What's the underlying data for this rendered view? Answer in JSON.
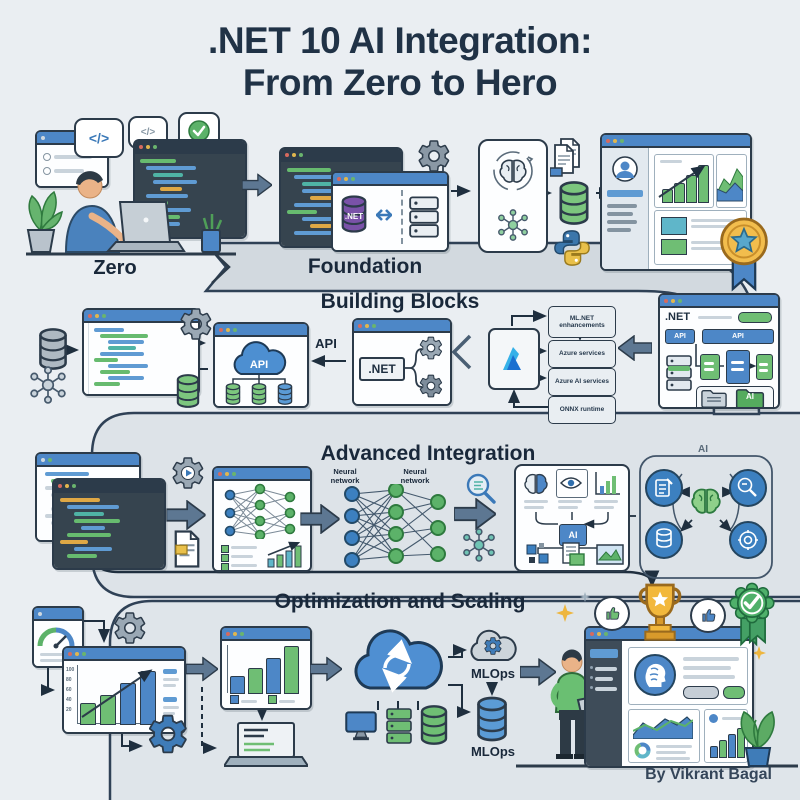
{
  "title": {
    "line1": ".NET 10 AI Integration:",
    "line2": "From Zero to Hero"
  },
  "stages": {
    "zero": "Zero",
    "foundation": "Foundation",
    "building_blocks": "Building Blocks",
    "advanced": "Advanced Integration",
    "optimization": "Optimization and Scaling"
  },
  "labels": {
    "net": ".NET",
    "api": "API",
    "ai": "AI",
    "code": "</>",
    "neural_network": "Neural network",
    "mlops": "MLOps"
  },
  "building_blocks_boxes": [
    "ML.NET enhancements",
    "Azure services",
    "Azure AI services",
    "ONNX runtime"
  ],
  "perf_chart": {
    "y_ticks": [
      "100",
      "80",
      "60",
      "40",
      "20"
    ]
  },
  "credit": "By Vikrant Bagal",
  "colors": {
    "background": "#eaeef2",
    "ink": "#1e2f40",
    "accent_blue": "#4d87c7",
    "accent_green": "#67bb6f",
    "dotnet_purple": "#7a52a8",
    "azure_blue": "#2e86d1",
    "gold": "#f0b43c",
    "band_gray": "#d2d9df"
  }
}
